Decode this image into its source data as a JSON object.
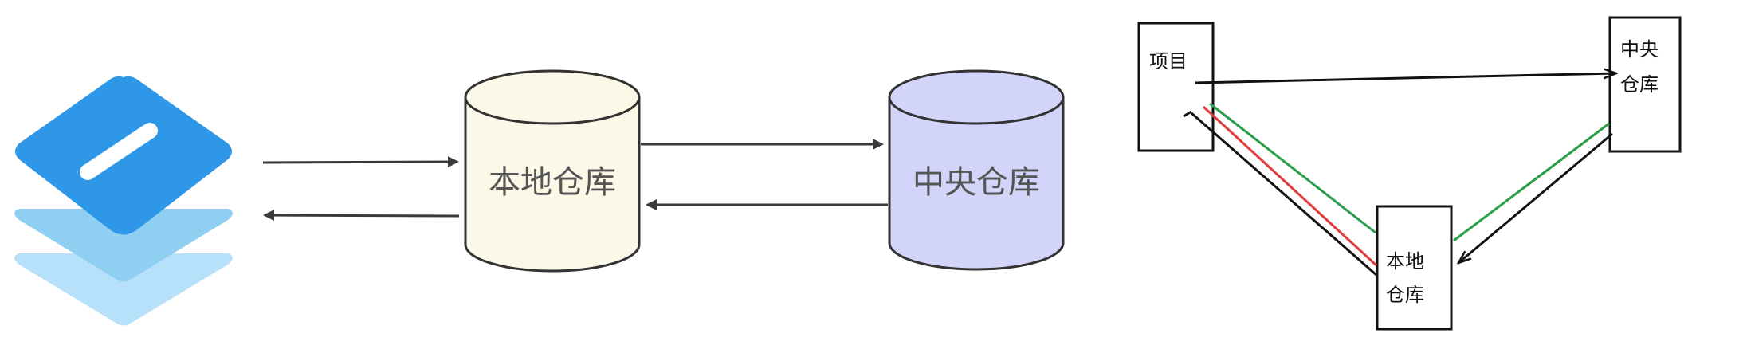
{
  "left_diagram": {
    "icon": "layered-stack-icon",
    "local_repo_label": "本地仓库",
    "central_repo_label": "中央仓库",
    "colors": {
      "icon_top": "#2f97e8",
      "icon_mid": "#8fd0f2",
      "icon_bottom": "#b7e1fa",
      "local_fill": "#fbf8e7",
      "central_fill": "#d3d4fa",
      "arrow": "#3a3a3a"
    }
  },
  "right_diagram": {
    "project_label": "项目",
    "central_label_line1": "中央",
    "central_label_line2": "仓库",
    "local_label_line1": "本地",
    "local_label_line2": "仓库",
    "colors": {
      "green": "#2a9d4a",
      "red": "#e23b3b",
      "black": "#111111"
    }
  }
}
